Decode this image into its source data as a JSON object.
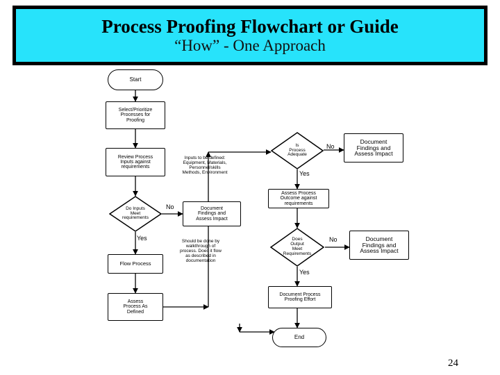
{
  "title": {
    "main": "Process Proofing Flowchart or Guide",
    "sub": "“How” - One Approach",
    "banner_bg": "#27e3fb",
    "banner_border": "#000000"
  },
  "page_number": "24",
  "flowchart": {
    "nodes": [
      {
        "id": "start",
        "shape": "terminator",
        "label": "Start"
      },
      {
        "id": "select-prioritize",
        "shape": "process",
        "label": "Select/Prioritize\nProcesses for\nProofing"
      },
      {
        "id": "review-process",
        "shape": "process",
        "label": "Review Process\nInputs against\nrequirements"
      },
      {
        "id": "do-inputs-meet",
        "shape": "decision",
        "label": "Do Inputs\nMeet\nrequirements"
      },
      {
        "id": "document-findings-1",
        "shape": "process",
        "label": "Document\nFindings and\nAssess Impact"
      },
      {
        "id": "flow-process",
        "shape": "process",
        "label": "Flow Process"
      },
      {
        "id": "assess-process-defined",
        "shape": "process",
        "label": "Assess\nProcess As\nDefined"
      },
      {
        "id": "is-process-adequate",
        "shape": "decision",
        "label": "Is\nProcess\nAdequate"
      },
      {
        "id": "document-findings-2",
        "shape": "process",
        "label": "Document\nFindings and\nAssess Impact"
      },
      {
        "id": "assess-process-outcome",
        "shape": "process",
        "label": "Assess Process\nOutcome against\nrequirements"
      },
      {
        "id": "does-output-meet",
        "shape": "decision",
        "label": "Does\nOutput\nMeet\nRequirements"
      },
      {
        "id": "document-findings-3",
        "shape": "process",
        "label": "Document\nFindings and\nAssess Impact"
      },
      {
        "id": "document-proofing-effort",
        "shape": "process",
        "label": "Document Process\nProofing Effort"
      },
      {
        "id": "end",
        "shape": "terminator",
        "label": "End"
      }
    ],
    "notes": [
      {
        "id": "note-inputs",
        "text": "Inputs to be defined:\nEquipment, Materials,\nPersonnel/skills\nMethods, Environment"
      },
      {
        "id": "note-walkthrough",
        "text": "Should be done by\nwalkthrough of\nprocess. Does it flow\nas described in\ndocumentation"
      }
    ],
    "edge_labels": [
      {
        "id": "label-no-inputs",
        "text": "No"
      },
      {
        "id": "label-yes-inputs",
        "text": "Yes"
      },
      {
        "id": "label-no-adequate",
        "text": "No"
      },
      {
        "id": "label-yes-adequate",
        "text": "Yes"
      },
      {
        "id": "label-no-output",
        "text": "No"
      },
      {
        "id": "label-yes-output",
        "text": "Yes"
      }
    ]
  }
}
